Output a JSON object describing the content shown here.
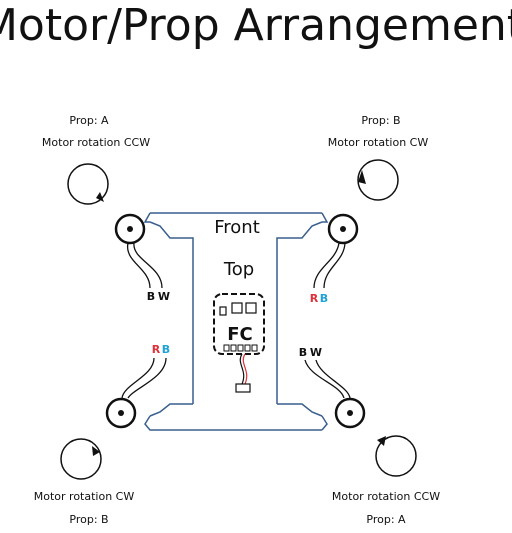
{
  "title": "Motor/Prop Arrangement",
  "frame": {
    "front_label": "Front",
    "top_label": "Top",
    "fc_label": "FC",
    "frame_color": "#3a5f8f"
  },
  "motors": {
    "front_left": {
      "prop": "Prop: A",
      "rotation": "Motor rotation CCW",
      "wire_a": "B",
      "wire_b": "W"
    },
    "front_right": {
      "prop": "Prop: B",
      "rotation": "Motor rotation CW",
      "wire_a": "R",
      "wire_b": "B"
    },
    "rear_left": {
      "prop": "Prop: B",
      "rotation": "Motor rotation CW",
      "wire_a": "R",
      "wire_b": "B"
    },
    "rear_right": {
      "prop": "Prop: A",
      "rotation": "Motor rotation CCW",
      "wire_a": "B",
      "wire_b": "W"
    }
  },
  "colors": {
    "red": "#e0303a",
    "blue": "#1fa3d6",
    "black": "#111111"
  }
}
